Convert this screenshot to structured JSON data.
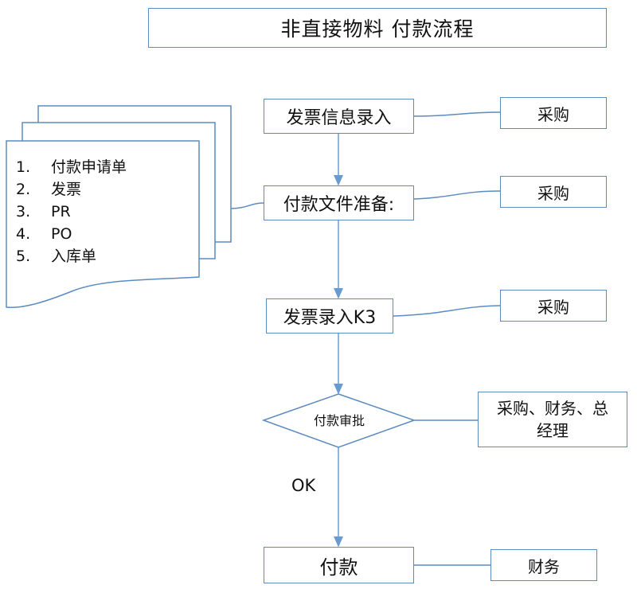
{
  "title": "非直接物料 付款流程",
  "documents": {
    "items": [
      {
        "num": "1.",
        "label": "付款申请单"
      },
      {
        "num": "2.",
        "label": "发票"
      },
      {
        "num": "3.",
        "label": "PR"
      },
      {
        "num": "4.",
        "label": "PO"
      },
      {
        "num": "5.",
        "label": "入库单"
      }
    ]
  },
  "steps": {
    "invoice_entry": "发票信息录入",
    "payment_docs": "付款文件准备:",
    "invoice_k3": "发票录入K3",
    "approval": "付款审批",
    "payment": "付款"
  },
  "roles": {
    "r1": "采购",
    "r2": "采购",
    "r3": "采购",
    "r4_line1": "采购、财务、总",
    "r4_line2": "经理",
    "r5": "财务"
  },
  "ok_label": "OK",
  "colors": {
    "stroke": "#5b8bc0",
    "arrow": "#6a9bd0"
  }
}
